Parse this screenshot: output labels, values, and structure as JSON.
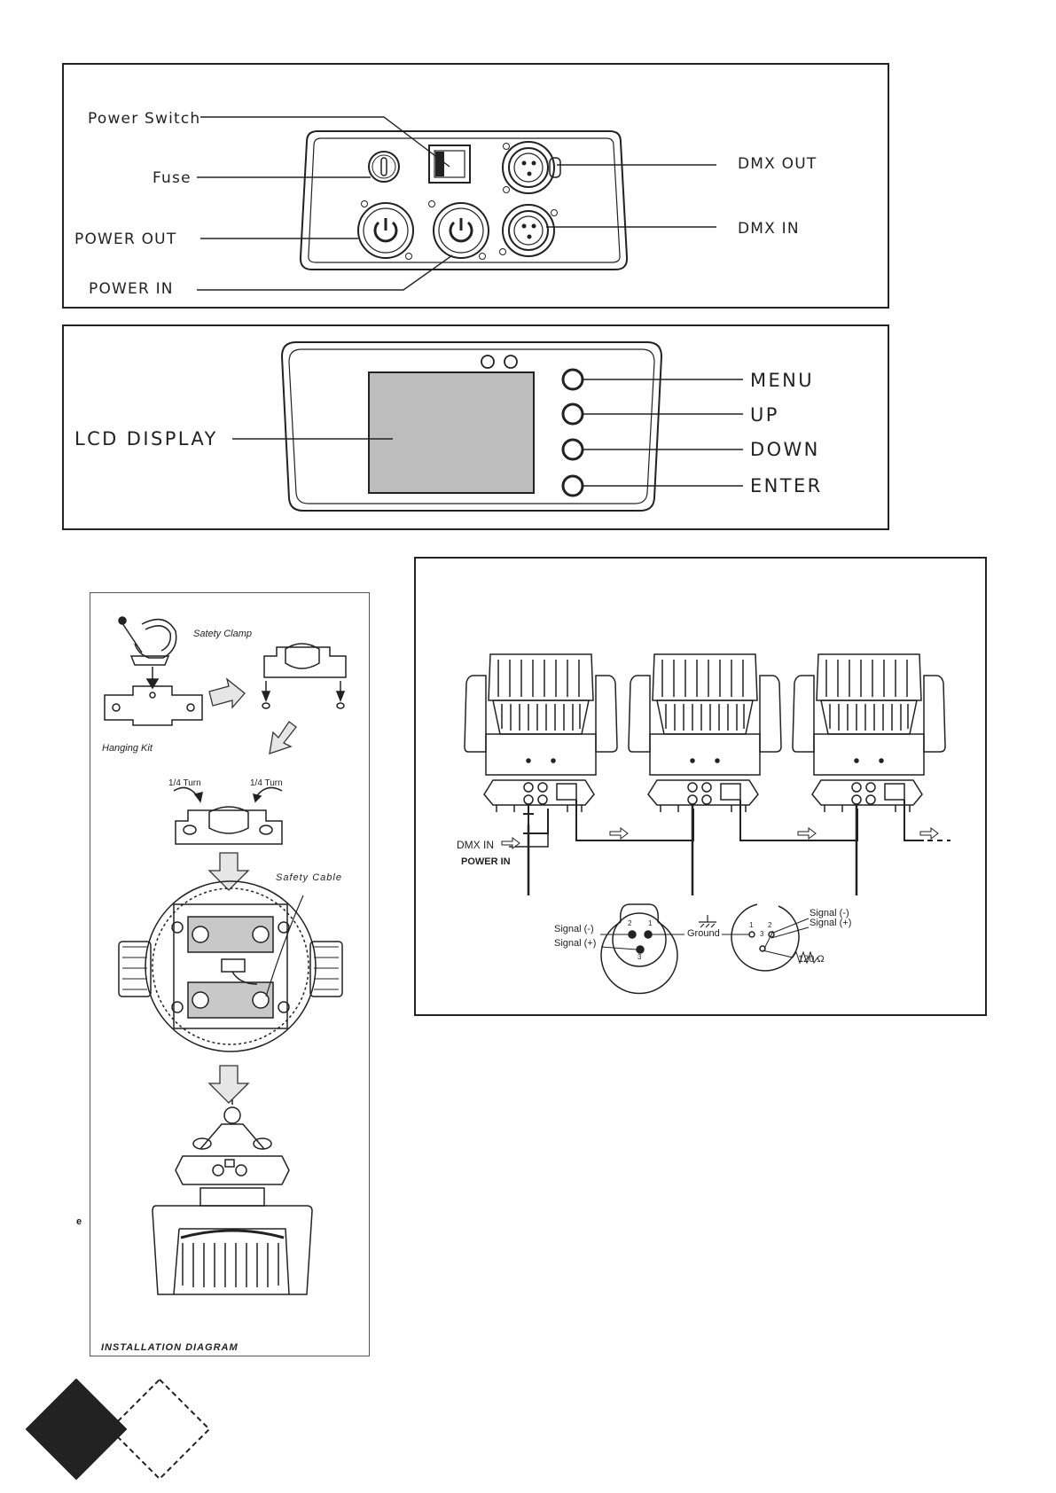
{
  "rear_panel": {
    "power_switch": "Power Switch",
    "fuse": "Fuse",
    "power_out": "POWER OUT",
    "power_in": "POWER IN",
    "dmx_out": "DMX OUT",
    "dmx_in": "DMX IN"
  },
  "control_panel": {
    "lcd_display": "LCD DISPLAY",
    "menu": "MENU",
    "up": "UP",
    "down": "DOWN",
    "enter": "ENTER"
  },
  "installation": {
    "safety_clamp": "Satety Clamp",
    "hanging_kit": "Hanging Kit",
    "turn_left": "1/4 Turn",
    "turn_right": "1/4 Turn",
    "safety_cable": "Safety  Cable",
    "side_letter": "e",
    "caption": "INSTALLATION DIAGRAM"
  },
  "dmx_wiring": {
    "dmx_in": "DMX IN",
    "power_in": "POWER IN",
    "signal_minus_left": "Signal (-)",
    "signal_plus_left": "Signal (+)",
    "ground": "Ground",
    "signal_minus_right": "Signal (-)",
    "signal_plus_right": "Signal (+)",
    "resistor": "120 Ω",
    "pin_1": "1",
    "pin_2": "2",
    "pin_3": "3"
  }
}
